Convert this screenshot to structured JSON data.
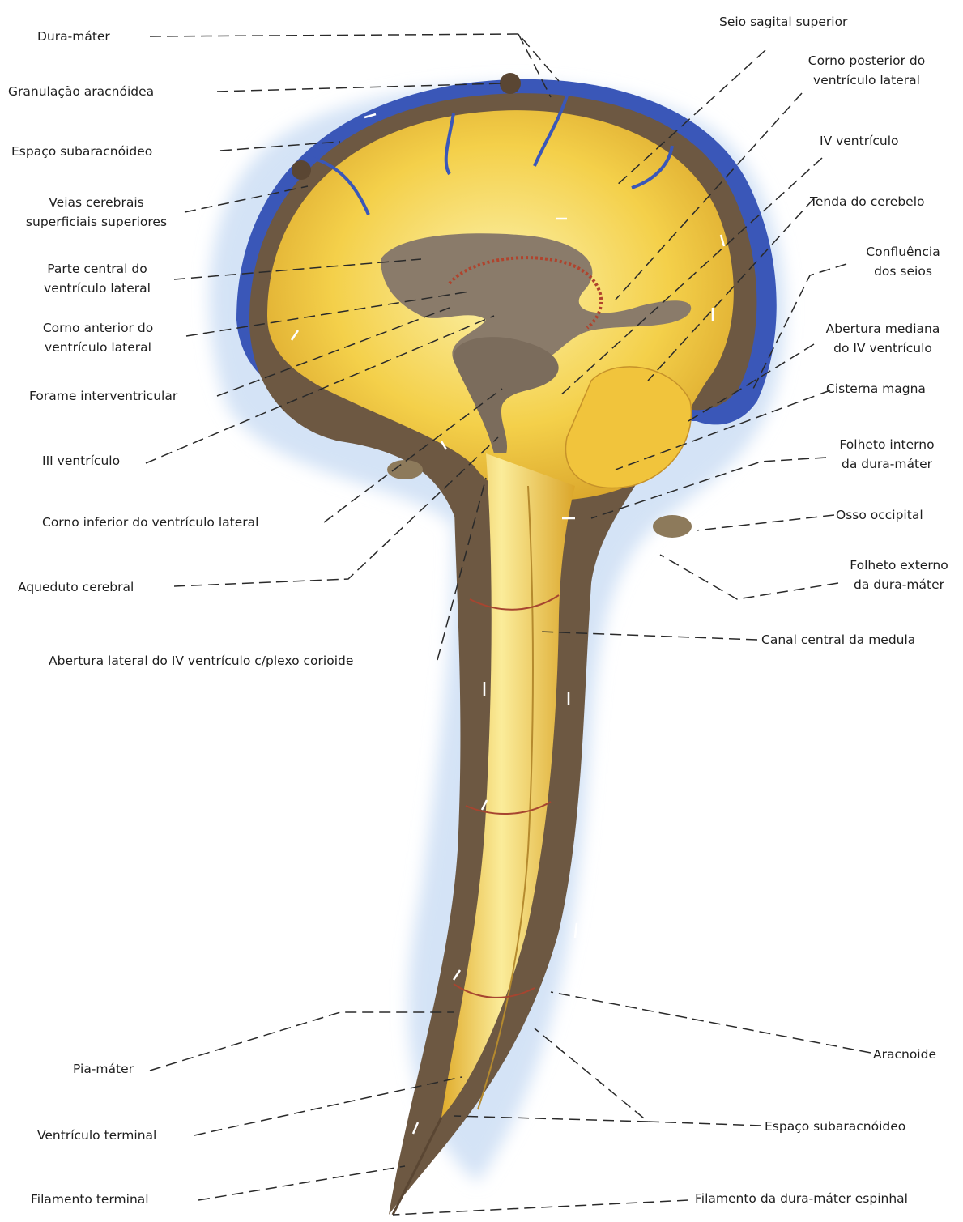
{
  "labels_left": {
    "dura_mater": "Dura-máter",
    "granulacao": "Granulação aracnóidea",
    "espaco_subaracnoideo_top": "Espaço subaracnóideo",
    "veias_line1": "Veias cerebrais",
    "veias_line2": "superficiais superiores",
    "parte_central_line1": "Parte central do",
    "parte_central_line2": "ventrículo lateral",
    "corno_anterior_line1": "Corno anterior do",
    "corno_anterior_line2": "ventrículo lateral",
    "forame": "Forame interventricular",
    "iii_ventriculo": "III ventrículo",
    "corno_inferior": "Corno inferior do ventrículo lateral",
    "aqueduto": "Aqueduto cerebral",
    "abertura_lateral": "Abertura lateral do IV ventrículo c/plexo corioide",
    "pia_mater": "Pia-máter",
    "ventriculo_terminal": "Ventrículo terminal",
    "filamento_terminal": "Filamento terminal"
  },
  "labels_right": {
    "seio_sagital": "Seio sagital superior",
    "corno_posterior_line1": "Corno posterior do",
    "corno_posterior_line2": "ventrículo lateral",
    "iv_ventriculo": "IV ventrículo",
    "tenda": "Tenda do cerebelo",
    "confluencia_line1": "Confluência",
    "confluencia_line2": "dos seios",
    "abertura_mediana_line1": "Abertura mediana",
    "abertura_mediana_line2": "do IV ventrículo",
    "cisterna": "Cisterna magna",
    "folheto_interno_line1": "Folheto interno",
    "folheto_interno_line2": "da dura-máter",
    "osso_occipital": "Osso occipital",
    "folheto_externo_line1": "Folheto externo",
    "folheto_externo_line2": "da dura-máter",
    "canal_central": "Canal central da medula",
    "aracnoide": "Aracnoide",
    "espaco_subaracnoideo_bottom": "Espaço subaracnóideo",
    "filamento_dura": "Filamento da dura-máter espinhal"
  },
  "colors": {
    "dura_blue": "#3a57b8",
    "halo_blue": "#d4e3f6",
    "brain_yellow": "#f2c93a",
    "brain_light": "#fbec9a",
    "csf_brown": "#6d5842",
    "ventricle_gray": "#8a7b6a",
    "choroid_red": "#b0432d",
    "leader_line": "#2a2a2a"
  }
}
